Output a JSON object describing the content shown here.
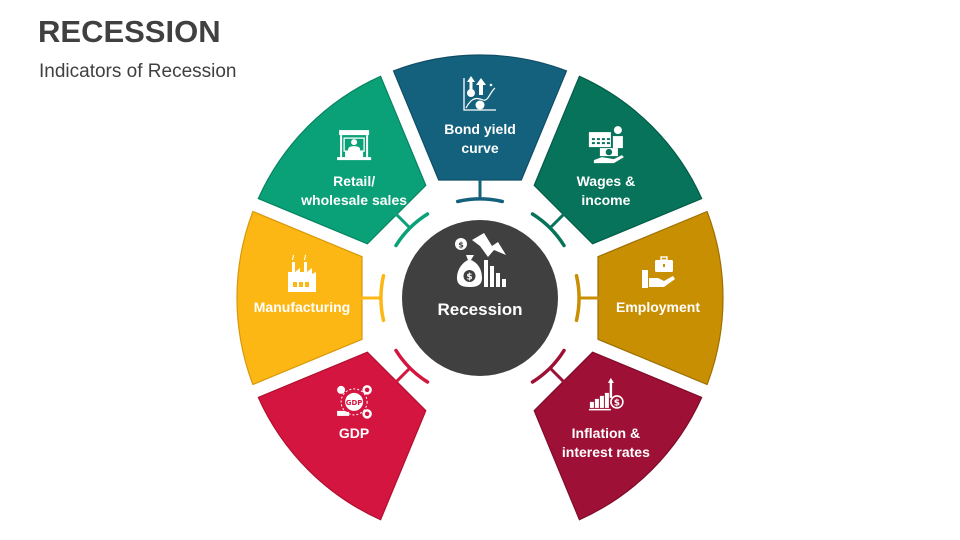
{
  "header": {
    "title": "RECESSION",
    "subtitle": "Indicators of Recession"
  },
  "center": {
    "label": "Recession",
    "icon": "money-bag-falling-chart-icon",
    "color": "#404040"
  },
  "segments": [
    {
      "id": "gdp",
      "label_lines": [
        "GDP"
      ],
      "angle": -135,
      "color": "#D4153F",
      "stroke": "#B0102F",
      "icon": "gdp-globe-icon"
    },
    {
      "id": "manufacturing",
      "label_lines": [
        "Manufacturing"
      ],
      "angle": -90,
      "color": "#FDB714",
      "stroke": "#D8980A",
      "icon": "factory-icon"
    },
    {
      "id": "retail-wholesale-sales",
      "label_lines": [
        "Retail/",
        "wholesale sales"
      ],
      "angle": -45,
      "color": "#0AA078",
      "stroke": "#078460",
      "icon": "storefront-shopper-icon"
    },
    {
      "id": "bond-yield-curve",
      "label_lines": [
        "Bond yield",
        "curve"
      ],
      "angle": 0,
      "color": "#14617E",
      "stroke": "#0E4D65",
      "icon": "bond-yield-chart-icon"
    },
    {
      "id": "wages-income",
      "label_lines": [
        "Wages &",
        "income"
      ],
      "angle": 45,
      "color": "#06735A",
      "stroke": "#045C48",
      "icon": "wages-calendar-hand-icon"
    },
    {
      "id": "employment",
      "label_lines": [
        "Employment"
      ],
      "angle": 90,
      "color": "#C98F02",
      "stroke": "#9E7002",
      "icon": "briefcase-hand-icon"
    },
    {
      "id": "inflation-interest-rates",
      "label_lines": [
        "Inflation &",
        "interest rates"
      ],
      "angle": 135,
      "color": "#9E1035",
      "stroke": "#7E0C2A",
      "icon": "rising-bars-dollar-icon"
    }
  ]
}
